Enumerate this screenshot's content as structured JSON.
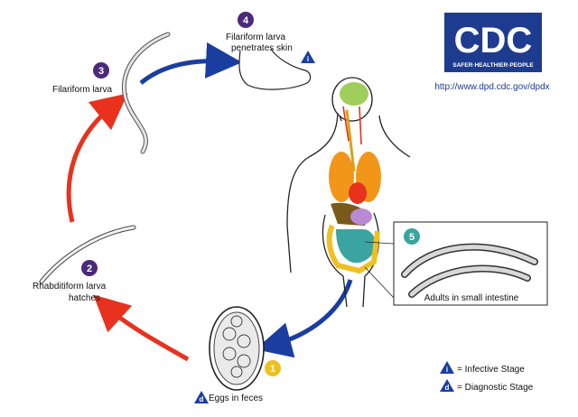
{
  "logo": {
    "text": "CDC",
    "tagline": "SAFER·HEALTHIER·PEOPLE",
    "url": "http://www.dpd.cdc.gov/dpdx"
  },
  "colors": {
    "stage_purple": "#4b2a7a",
    "stage_teal": "#3aa5a0",
    "stage_yellow": "#f0c020",
    "red_arrow": "#e8321e",
    "blue_arrow": "#1a3ea0",
    "logo_blue": "#1e3c8f"
  },
  "stages": [
    {
      "number": "1",
      "label": "Eggs in feces",
      "marker": "d"
    },
    {
      "number": "2",
      "label_line1": "Rhabditiform larva",
      "label_line2": "hatches"
    },
    {
      "number": "3",
      "label": "Filariform larva"
    },
    {
      "number": "4",
      "label_line1": "Filariform larva",
      "label_line2": "penetrates skin",
      "marker": "i"
    },
    {
      "number": "5",
      "label": "Adults in small intestine"
    }
  ],
  "legend": [
    {
      "marker": "i",
      "text": "= Infective Stage"
    },
    {
      "marker": "d",
      "text": "= Diagnostic Stage"
    }
  ]
}
